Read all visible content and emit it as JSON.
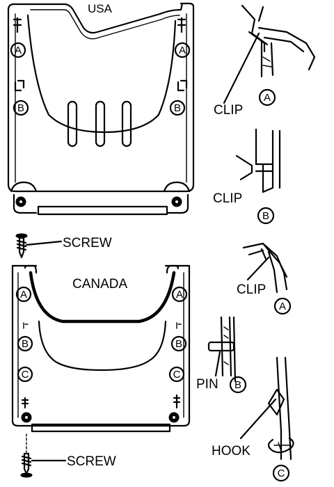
{
  "usa": {
    "title": "USA",
    "marker_a": "A",
    "marker_b": "B",
    "screw_label": "SCREW"
  },
  "canada": {
    "title": "CANADA",
    "marker_a": "A",
    "marker_b": "B",
    "marker_c": "C",
    "screw_label": "SCREW"
  },
  "details": {
    "usa_a": {
      "label": "CLIP",
      "marker": "A"
    },
    "usa_b": {
      "label": "CLIP",
      "marker": "B"
    },
    "canada_a": {
      "label": "CLIP",
      "marker": "A"
    },
    "canada_b": {
      "label": "PIN",
      "marker": "B"
    },
    "canada_c": {
      "label": "HOOK",
      "marker": "C"
    }
  }
}
